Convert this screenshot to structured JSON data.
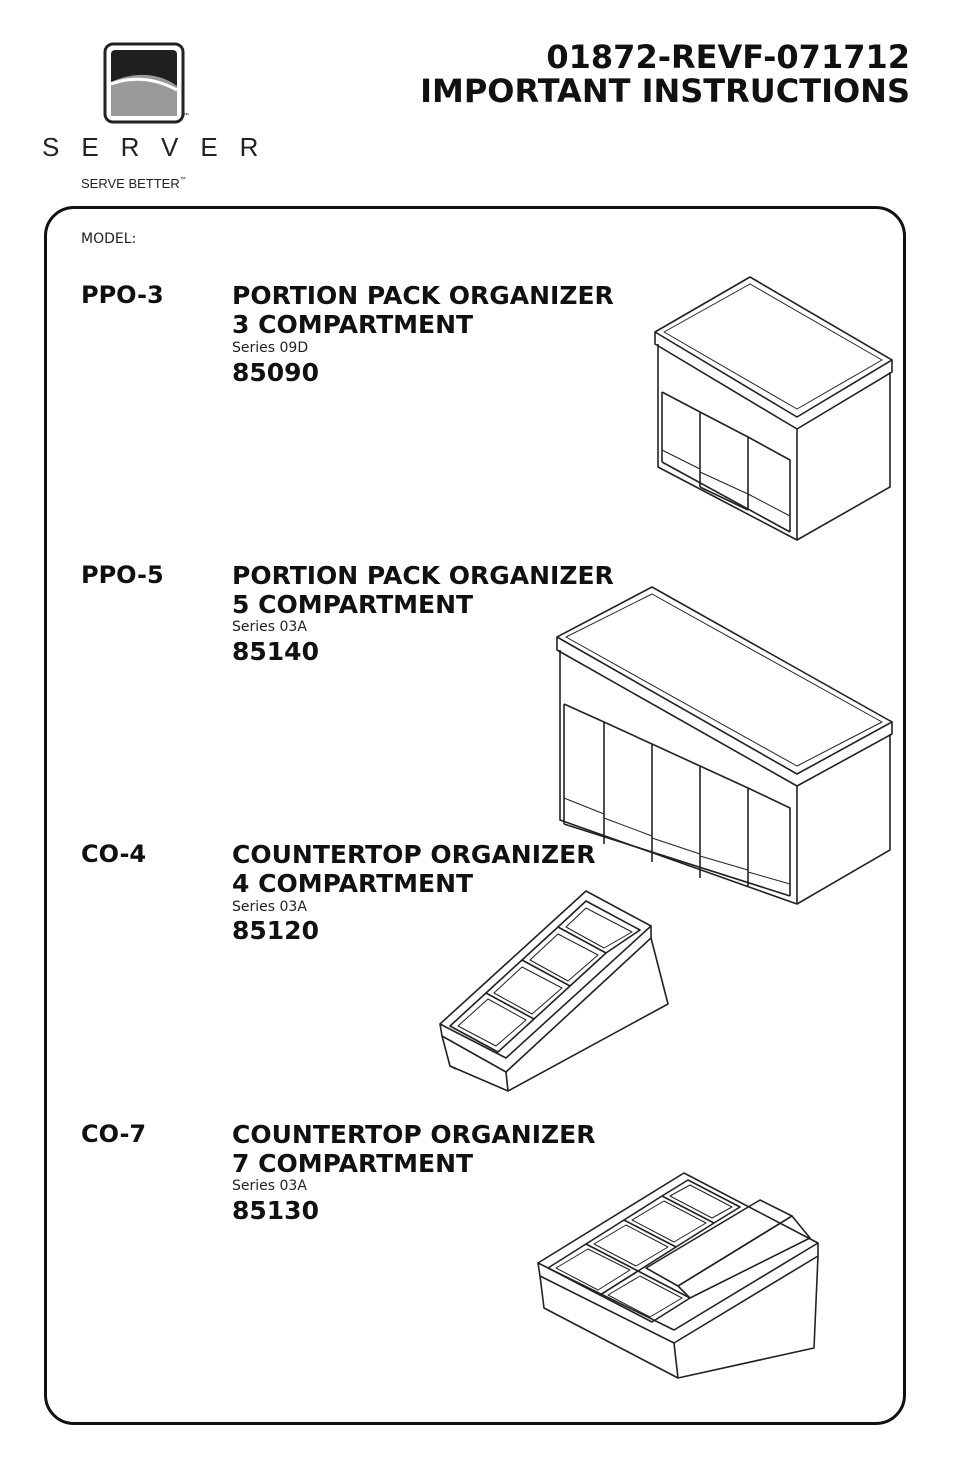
{
  "header": {
    "brand_name": "SERVER",
    "tagline": "SERVE BETTER",
    "tagline_tm": "™",
    "logo_tm": "™",
    "doc_number": "01872-REVF-071712",
    "doc_title": "IMPORTANT INSTRUCTIONS"
  },
  "model_label": "MODEL:",
  "products": [
    {
      "code": "PPO-3",
      "line1": "PORTION PACK ORGANIZER",
      "line2": "3 COMPARTMENT",
      "series": "Series 09D",
      "part": "85090"
    },
    {
      "code": "PPO-5",
      "line1": "PORTION PACK ORGANIZER",
      "line2": "5 COMPARTMENT",
      "series": "Series 03A",
      "part": "85140"
    },
    {
      "code": "CO-4",
      "line1": "COUNTERTOP ORGANIZER",
      "line2": "4 COMPARTMENT",
      "series": "Series 03A",
      "part": "85120"
    },
    {
      "code": "CO-7",
      "line1": "COUNTERTOP ORGANIZER",
      "line2": "7 COMPARTMENT",
      "series": "Series 03A",
      "part": "85130"
    }
  ]
}
